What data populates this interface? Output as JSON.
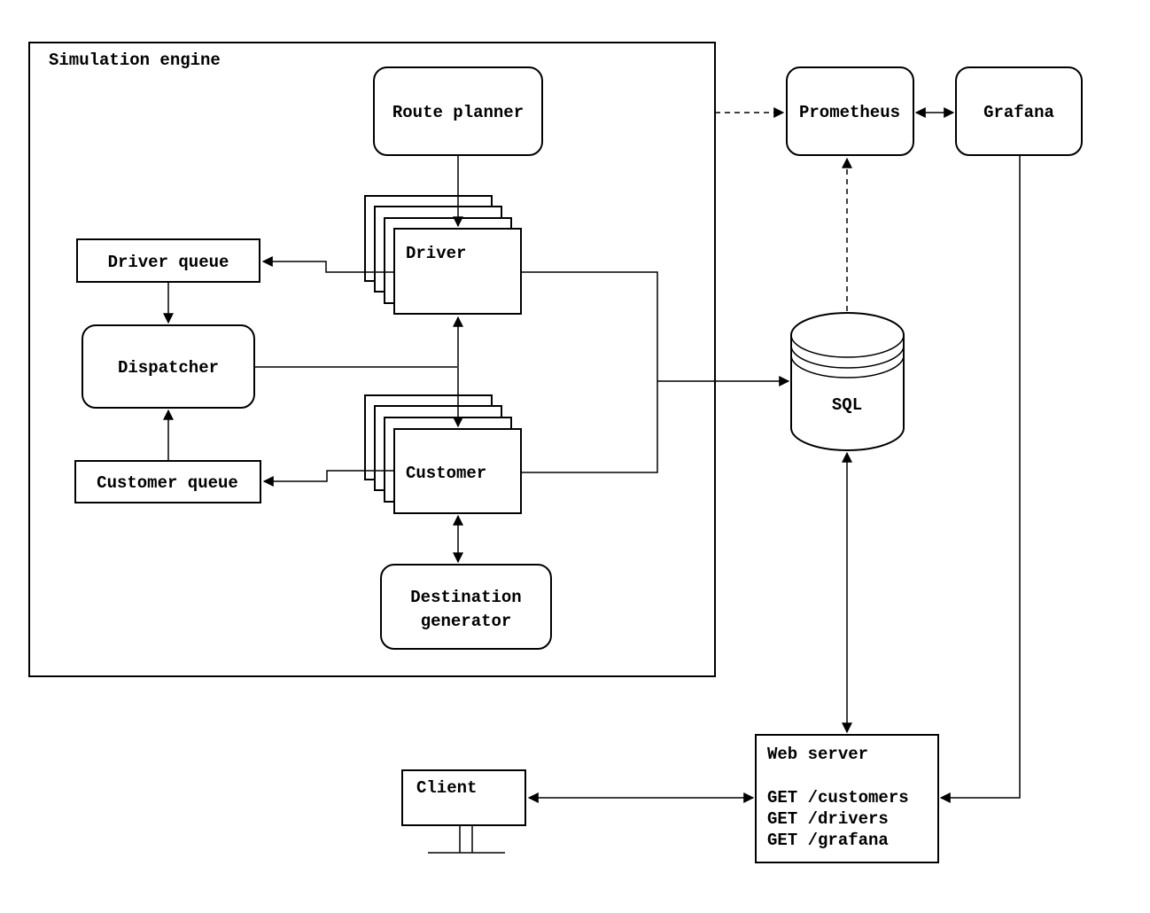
{
  "diagram": {
    "container_label": "Simulation engine",
    "nodes": {
      "route_planner": {
        "label": "Route planner"
      },
      "driver": {
        "label": "Driver"
      },
      "driver_queue": {
        "label": "Driver queue"
      },
      "dispatcher": {
        "label": "Dispatcher"
      },
      "customer_queue": {
        "label": "Customer queue"
      },
      "customer": {
        "label": "Customer"
      },
      "destination_generator": {
        "line1": "Destination",
        "line2": "generator"
      },
      "prometheus": {
        "label": "Prometheus"
      },
      "grafana": {
        "label": "Grafana"
      },
      "sql": {
        "label": "SQL"
      },
      "web_server": {
        "title": "Web server",
        "endpoints": [
          "GET /customers",
          "GET /drivers",
          "GET /grafana"
        ]
      },
      "client": {
        "label": "Client"
      }
    },
    "colors": {
      "line": "#000000",
      "node_fill": "#ffffff",
      "background": "#ffffff"
    }
  }
}
